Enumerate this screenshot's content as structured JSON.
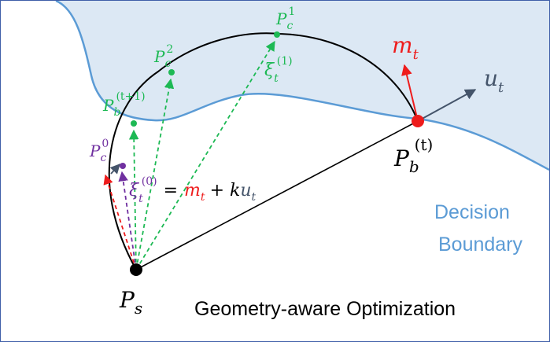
{
  "colors": {
    "boundary_line": "#5b9bd5",
    "boundary_fill": "#dce8f4",
    "green": "#1db954",
    "red": "#ee1c1c",
    "purple": "#7030a0",
    "slate": "#44546a",
    "black": "#000000"
  },
  "labels": {
    "pc1_base": "P",
    "pc1_sub": "c",
    "pc1_sup": "1",
    "pc2_base": "P",
    "pc2_sub": "c",
    "pc2_sup": "2",
    "pc0_base": "P",
    "pc0_sub": "c",
    "pc0_sup": "0",
    "pbt1_base": "P",
    "pbt1_sub": "b",
    "pbt1_sup": "(t+1)",
    "pbt_base": "P",
    "pbt_sub": "b",
    "pbt_sup": "(t)",
    "ps_base": "P",
    "ps_sub": "s",
    "xi1_base": "ξ",
    "xi1_sub": "t",
    "xi1_sup": "(1)",
    "xi0_base": "ξ",
    "xi0_sub": "t",
    "xi0_sup": "(0)",
    "eq_equals": "=",
    "eq_m": "m",
    "eq_m_sub": "t",
    "eq_plus_k": "+ k",
    "eq_u": "u",
    "eq_u_sub": "t",
    "mt_base": "m",
    "mt_sub": "t",
    "ut_base": "u",
    "ut_sub": "t",
    "boundary_line1": "Decision",
    "boundary_line2": "Boundary",
    "caption": "Geometry-aware Optimization"
  }
}
